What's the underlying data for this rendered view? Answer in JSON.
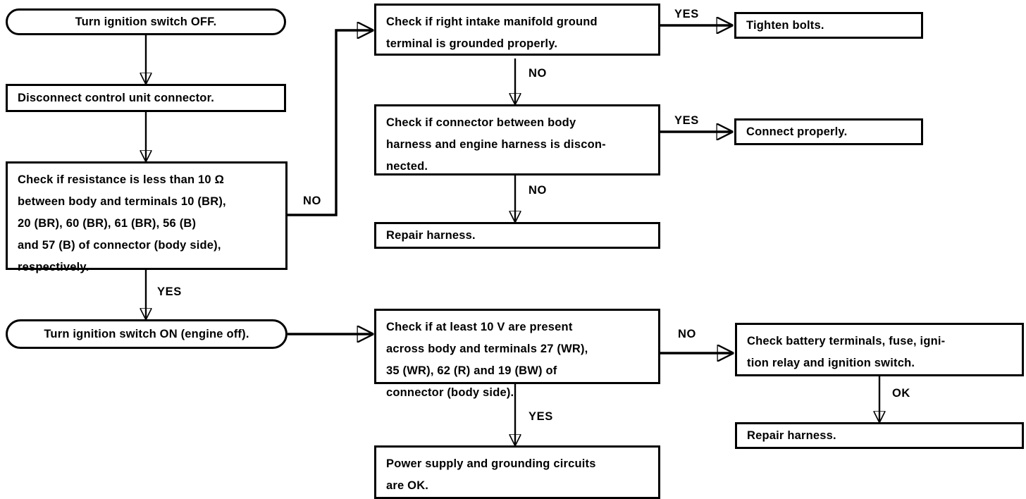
{
  "diagram": {
    "title": "Power supply and grounding circuit diagnostic flowchart",
    "line_color": "#000000",
    "background_color": "#ffffff"
  },
  "nodes": {
    "start_ignition_off": "Turn ignition switch OFF.",
    "disconnect_connector": "Disconnect control unit connector.",
    "check_resistance": "Check if resistance is less than 10 Ω\nbetween body and terminals 10 (BR),\n20 (BR), 60 (BR), 61 (BR), 56 (B)\nand 57 (B) of connector (body side),\nrespectively.",
    "ignition_on": "Turn ignition switch ON (engine off).",
    "check_ground_terminal": "Check if right intake manifold ground\nterminal is grounded properly.",
    "tighten_bolts": "Tighten bolts.",
    "check_harness_connector": "Check if connector between body\nharness and engine harness is discon-\nnected.",
    "connect_properly": "Connect properly.",
    "repair_harness_top": "Repair harness.",
    "check_voltage": "Check if at least 10 V are present\nacross body and terminals 27 (WR),\n35 (WR), 62 (R) and 19 (BW) of\nconnector (body side).",
    "check_battery": "Check battery terminals, fuse, igni-\ntion relay and ignition switch.",
    "repair_harness_bottom": "Repair harness.",
    "power_supply_ok": "Power supply and grounding circuits\nare OK."
  },
  "edge_labels": {
    "resistance_no": "NO",
    "resistance_yes": "YES",
    "ground_terminal_yes": "YES",
    "ground_terminal_no": "NO",
    "harness_connector_yes": "YES",
    "harness_connector_no": "NO",
    "voltage_no": "NO",
    "voltage_yes": "YES",
    "battery_ok": "OK"
  }
}
